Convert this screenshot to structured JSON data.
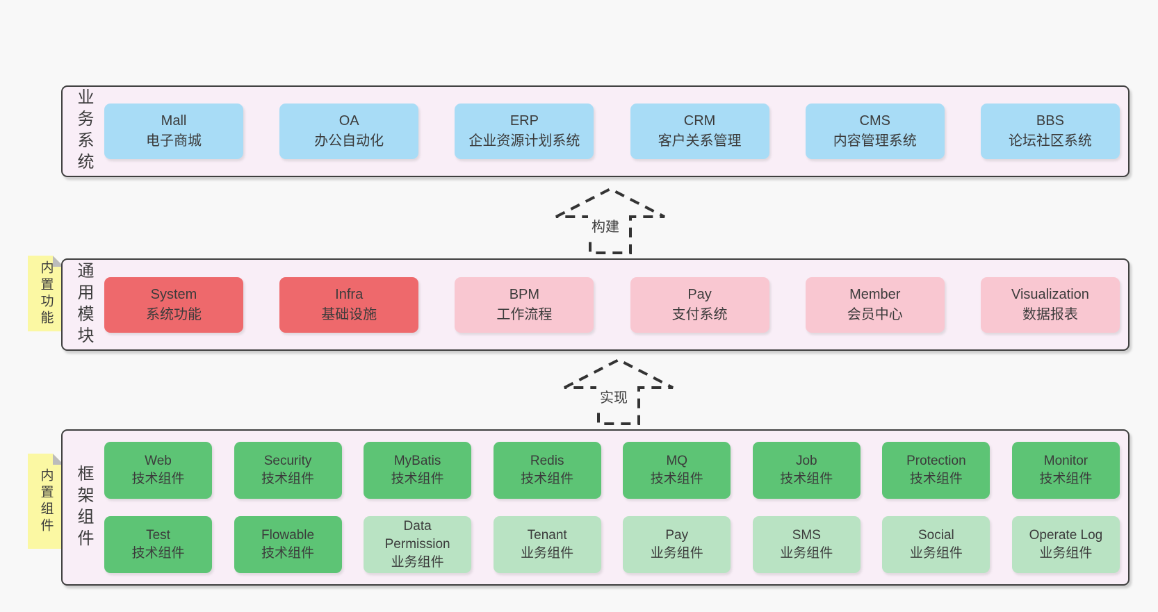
{
  "colors": {
    "page-bg": "#f8f8f8",
    "panel-bg": "#f9eef7",
    "panel-border": "#3f3f3f",
    "box-blue": "#a8dcf6",
    "box-red": "#ee696c",
    "box-pink": "#f9c7d1",
    "box-green": "#5dc475",
    "box-green-light": "#b9e3c3",
    "note-yellow": "#fbf8a3",
    "note-fold": "#bcbcbc",
    "text": "#3b3b3b"
  },
  "arrows": {
    "build": "构建",
    "implement": "实现"
  },
  "layers": {
    "business": {
      "label": "业务系统",
      "boxes": [
        {
          "name": "Mall",
          "desc": "电子商城"
        },
        {
          "name": "OA",
          "desc": "办公自动化"
        },
        {
          "name": "ERP",
          "desc": "企业资源计划系统"
        },
        {
          "name": "CRM",
          "desc": "客户关系管理"
        },
        {
          "name": "CMS",
          "desc": "内容管理系统"
        },
        {
          "name": "BBS",
          "desc": "论坛社区系统"
        }
      ]
    },
    "modules": {
      "label": "通用模块",
      "note": "内置功能",
      "boxes": [
        {
          "name": "System",
          "desc": "系统功能"
        },
        {
          "name": "Infra",
          "desc": "基础设施"
        },
        {
          "name": "BPM",
          "desc": "工作流程"
        },
        {
          "name": "Pay",
          "desc": "支付系统"
        },
        {
          "name": "Member",
          "desc": "会员中心"
        },
        {
          "name": "Visualization",
          "desc": "数据报表"
        }
      ]
    },
    "components": {
      "label": "框架组件",
      "note": "内置组件",
      "row1": [
        {
          "name": "Web",
          "desc": "技术组件"
        },
        {
          "name": "Security",
          "desc": "技术组件"
        },
        {
          "name": "MyBatis",
          "desc": "技术组件"
        },
        {
          "name": "Redis",
          "desc": "技术组件"
        },
        {
          "name": "MQ",
          "desc": "技术组件"
        },
        {
          "name": "Job",
          "desc": "技术组件"
        },
        {
          "name": "Protection",
          "desc": "技术组件"
        },
        {
          "name": "Monitor",
          "desc": "技术组件"
        }
      ],
      "row2": [
        {
          "name": "Test",
          "desc": "技术组件"
        },
        {
          "name": "Flowable",
          "desc": "技术组件"
        },
        {
          "name": "Data Permission",
          "desc": "业务组件"
        },
        {
          "name": "Tenant",
          "desc": "业务组件"
        },
        {
          "name": "Pay",
          "desc": "业务组件"
        },
        {
          "name": "SMS",
          "desc": "业务组件"
        },
        {
          "name": "Social",
          "desc": "业务组件"
        },
        {
          "name": "Operate Log",
          "desc": "业务组件"
        }
      ]
    }
  }
}
